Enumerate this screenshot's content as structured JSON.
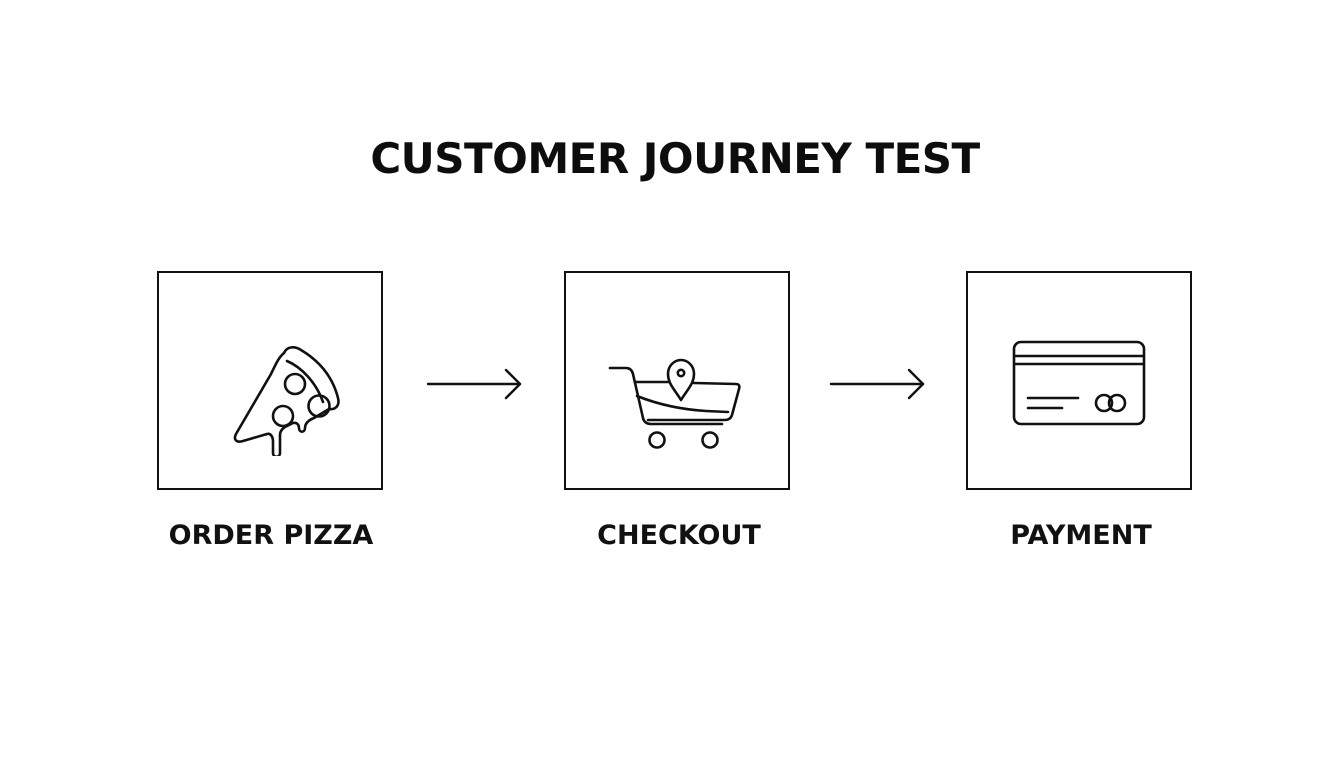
{
  "diagram": {
    "title": "CUSTOMER JOURNEY TEST",
    "steps": [
      {
        "label": "ORDER PIZZA",
        "icon": "pizza-slice-icon"
      },
      {
        "label": "CHECKOUT",
        "icon": "shopping-cart-location-icon"
      },
      {
        "label": "PAYMENT",
        "icon": "credit-card-icon"
      }
    ],
    "connectors": [
      "arrow-right-icon",
      "arrow-right-icon"
    ],
    "colors": {
      "stroke": "#111111",
      "background": "#ffffff"
    }
  }
}
